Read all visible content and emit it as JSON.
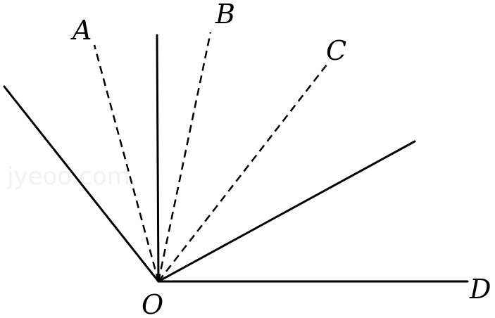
{
  "figure": {
    "labels": {
      "vertex": "O",
      "a": "A",
      "b": "B",
      "c": "C",
      "d": "D"
    },
    "watermark": "jyeoo.com",
    "colors": {
      "line": "#000000",
      "background": "#ffffff",
      "watermark": "#f2f2f2"
    }
  }
}
